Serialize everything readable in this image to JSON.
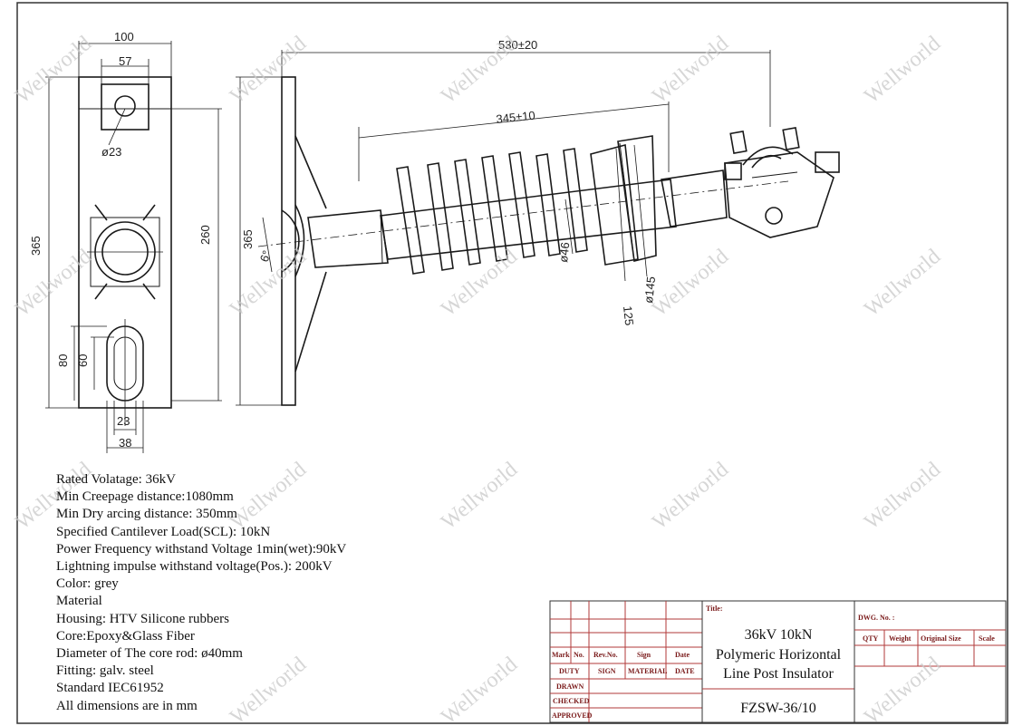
{
  "dimensions": {
    "width_100": "100",
    "width_57": "57",
    "hole_23": "ø23",
    "height_365_left": "365",
    "height_260": "260",
    "height_365_side": "365",
    "angle_6": "6°",
    "slot_80": "80",
    "slot_60": "60",
    "slot_23": "23",
    "slot_38": "38",
    "length_530": "530±20",
    "length_345": "345±10",
    "dia_46": "ø46",
    "dia_145": "ø145",
    "dia_125": "125"
  },
  "specs": [
    "Rated Volatage: 36kV",
    "Min Creepage distance:1080mm",
    "Min Dry arcing distance: 350mm",
    "Specified Cantilever Load(SCL): 10kN",
    "Power Frequency withstand Voltage 1min(wet):90kV",
    "Lightning impulse withstand voltage(Pos.): 200kV",
    "Color: grey",
    "Material",
    "Housing: HTV Silicone rubbers",
    "Core:Epoxy&Glass Fiber",
    "Diameter of The core rod: ø40mm",
    "Fitting: galv. steel",
    "Standard IEC61952",
    "All dimensions are in mm"
  ],
  "title_block": {
    "title_label": "Title:",
    "title_line1": "36kV 10kN",
    "title_line2": "Polymeric Horizontal",
    "title_line3": "Line Post Insulator",
    "drawing_code": "FZSW-36/10",
    "dwg_no_label": "DWG. No. :",
    "col_mark": "Mark",
    "col_no": "No.",
    "col_rev": "Rev.No.",
    "col_sign": "Sign",
    "col_date": "Date",
    "row_duty": "DUTY",
    "row_sign": "SIGN",
    "row_material": "MATERIAL",
    "row_date": "DATE",
    "row_drawn": "DRAWN",
    "row_checked": "CHECKED",
    "row_approved": "APPROVED",
    "col_qty": "QTY",
    "col_weight": "Weight",
    "col_original_size": "Original Size",
    "col_scale": "Scale"
  },
  "watermark": "Wellworld",
  "colors": {
    "line": "#1a1a1a",
    "table_red": "#b23a3a",
    "watermark": "#c9c9c9"
  }
}
